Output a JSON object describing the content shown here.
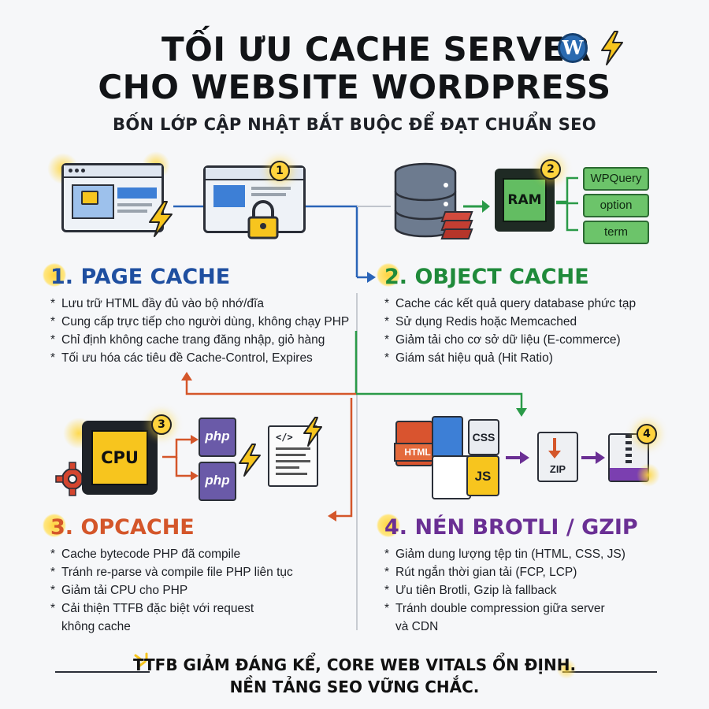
{
  "header": {
    "title_line1": "TỐI ƯU CACHE SERVER",
    "title_line2": "CHO WEBSITE WORDPRESS",
    "subtitle": "BỐN LỚP CẬP NHẬT BẮT BUỘC ĐỂ ĐẠT CHUẨN SEO"
  },
  "sections": [
    {
      "title": "1. PAGE CACHE",
      "color": "#1f4fa0",
      "badge": "1",
      "bullets": [
        "Lưu trữ HTML đầy đủ vào bộ nhớ/đĩa",
        "Cung cấp trực tiếp cho người dùng, không chạy PHP",
        "Chỉ định không cache trang đăng nhập, giỏ hàng",
        "Tối ưu hóa các tiêu đề Cache-Control, Expires"
      ]
    },
    {
      "title": "2. OBJECT CACHE",
      "color": "#1f8a3a",
      "badge": "2",
      "ram_label": "RAM",
      "pills": [
        "WPQuery",
        "option",
        "term"
      ],
      "bullets": [
        "Cache các kết quả query database phức tạp",
        "Sử dụng Redis hoặc Memcached",
        "Giảm tải cho cơ sở dữ liệu (E-commerce)",
        "Giám sát hiệu quả (Hit Ratio)"
      ]
    },
    {
      "title": "3. OPCACHE",
      "color": "#d4562a",
      "badge": "3",
      "cpu_label": "CPU",
      "php_label": "php",
      "bullets": [
        "Cache bytecode PHP đã compile",
        "Tránh re-parse và compile file PHP liên tục",
        "Giảm tải CPU cho PHP",
        "Cải thiện TTFB đặc biệt với request",
        "không cache"
      ]
    },
    {
      "title": "4. NÉN BROTLI / GZIP",
      "color": "#6a2f94",
      "badge": "4",
      "file_labels": [
        "HTML",
        "CSS",
        "JS"
      ],
      "zip_label": "ZIP",
      "bullets": [
        "Giảm dung lượng tệp tin (HTML, CSS, JS)",
        "Rút ngắn thời gian tải (FCP, LCP)",
        "Ưu tiên Brotli, Gzip là fallback",
        "Tránh double compression giữa server",
        "và CDN"
      ]
    }
  ],
  "footer": {
    "line1": "TTFB GIẢM ĐÁNG KỂ, CORE WEB VITALS ỔN ĐỊNH.",
    "line2": "NỀN TẢNG SEO VỮNG CHẮC."
  },
  "colors": {
    "blue": "#1f4fa0",
    "green": "#1f8a3a",
    "orange": "#d4562a",
    "purple": "#6a2f94",
    "yellow": "#ffd33d"
  }
}
